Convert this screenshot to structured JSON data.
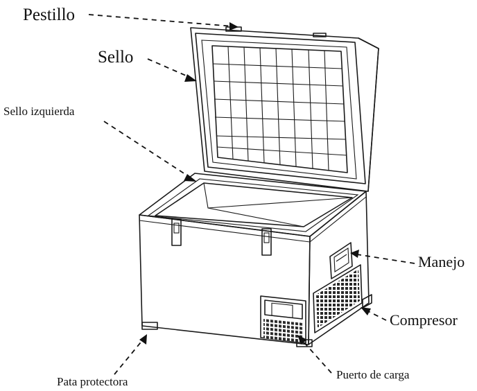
{
  "diagram": {
    "labels": {
      "latch": "Pestillo",
      "seal": "Sello",
      "left_seal": "Sello izquierda",
      "handle": "Manejo",
      "compressor": "Compresor",
      "protective_foot": "Pata protectora",
      "charging_port": "Puerto de carga"
    },
    "colors": {
      "ink": "#111111",
      "background": "#ffffff",
      "body_fill": "#fbfbfb"
    }
  }
}
